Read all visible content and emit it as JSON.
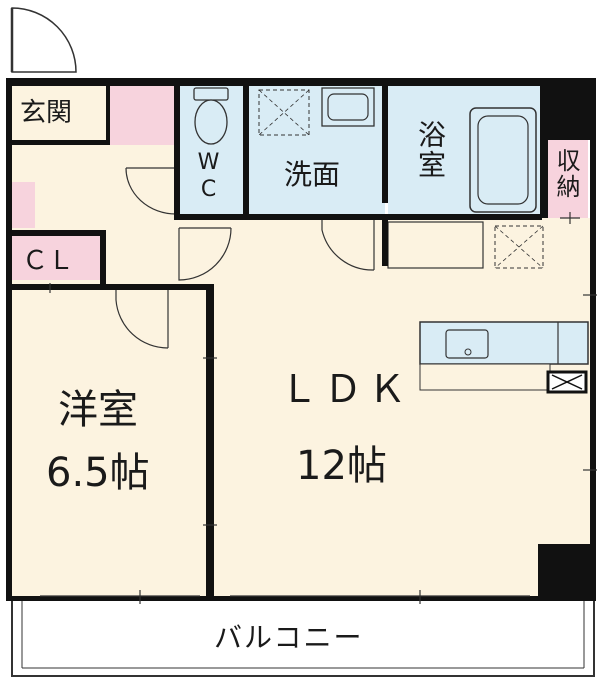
{
  "rooms": {
    "genkan": "玄関",
    "wc": "WC",
    "senmen": "洗面",
    "yokushitsu": "浴室",
    "shuno": "収納",
    "cl": "ＣＬ",
    "yoshitsu_name": "洋室",
    "yoshitsu_size": "6.5帖",
    "ldk_name": "ＬＤＫ",
    "ldk_size": "12帖",
    "balcony": "バルコニー"
  },
  "colors": {
    "floor_wood": "#fcf3e0",
    "floor_wet": "#d9ecf5",
    "floor_entrance": "#f7d3dd",
    "wall": "#111111",
    "balcony": "#ffffff"
  }
}
